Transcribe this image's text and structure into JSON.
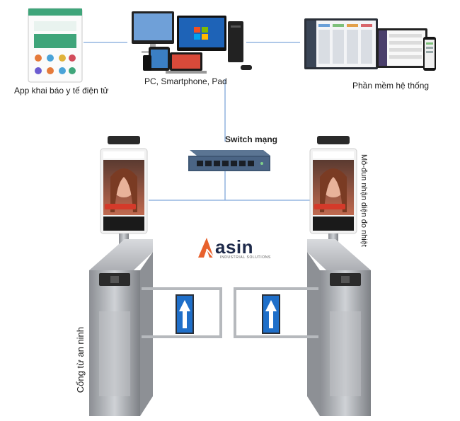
{
  "labels": {
    "app": "App khai báo y tế điện tử",
    "pc": "PC, Smartphone, Pad",
    "software": "Phần mềm hệ thống",
    "switch": "Switch mạng",
    "module": "Mô-đun nhận diện đo nhiệt",
    "gate": "Cổng từ an ninh"
  },
  "brand": {
    "name": "asin",
    "tagline": "INDUSTRIAL SOLUTIONS",
    "color": "#e8612c"
  },
  "colors": {
    "line": "#7fa7d9",
    "steel": "#a9acb0",
    "arrow_bg": "#1f6fc9"
  },
  "icons": [
    "phone-app-icon",
    "pc-devices-icon",
    "software-screens-icon",
    "network-switch-icon",
    "face-terminal-icon",
    "turnstile-icon",
    "arrow-up-icon",
    "card-reader-icon"
  ]
}
